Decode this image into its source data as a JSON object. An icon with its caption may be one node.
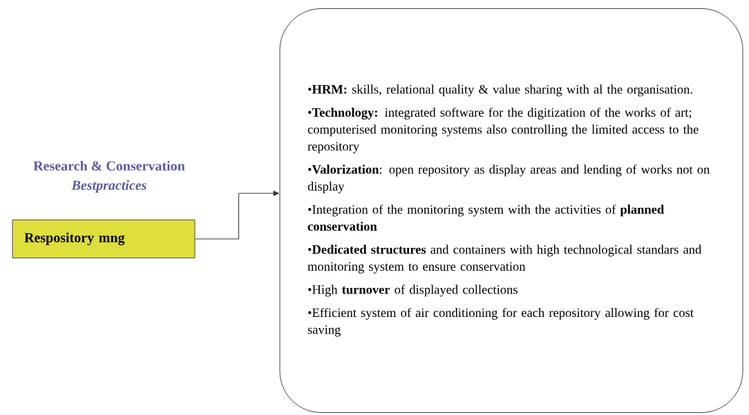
{
  "diagram": {
    "title": "Research & Conservation",
    "nodes": [
      {
        "text": [
          "Respository mng"
        ]
      },
      {
        "text": [
          "•**HRM:** skills, relational quality & value sharing with al the organisation.",
          "•**Technology:** integrated software for the digitization of the works of art; computerised monitoring systems also controlling the limited access to the repository",
          "•**Valorization**: open repository as display areas and lending of works not on display",
          "•Integration of the monitoring system with the activities of **planned conservation**",
          "•**Dedicated structures** and containers with high technological standars and monitoring system to ensure conservation",
          "•High **turnover** of displayed collections",
          "•Efficient system of air conditioning for each repository allowing for cost saving"
        ]
      }
    ],
    "edges": [
      {
        "from": 0,
        "to": 1,
        "arrow": "to"
      }
    ],
    "labels": [
      "Bestpractices"
    ]
  }
}
